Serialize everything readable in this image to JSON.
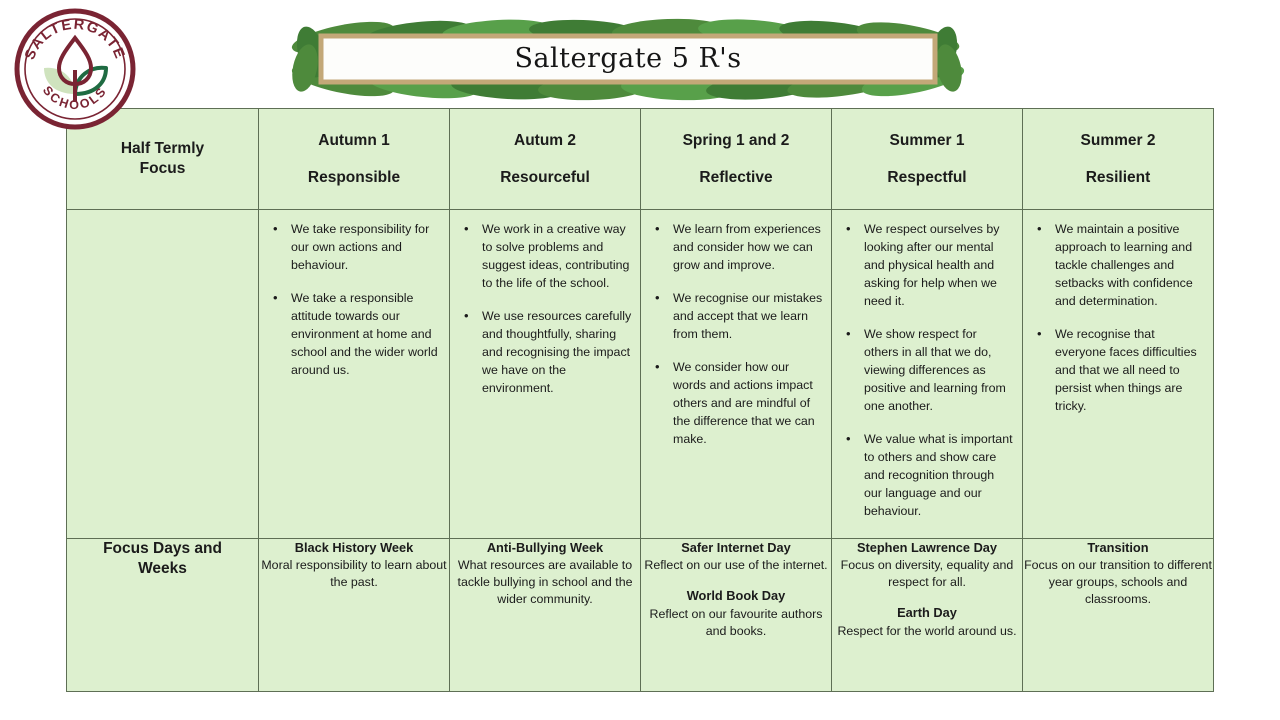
{
  "logo": {
    "top_text": "SALTERGATE",
    "bottom_text": "SCHOOLS",
    "colors": {
      "maroon": "#7a2433",
      "green_dark": "#1f6b42",
      "green_light": "#cfe3be"
    }
  },
  "banner": {
    "title": "Saltergate 5 R's",
    "frame_color": "#c3a878",
    "leaf_color": "#4e8a3c"
  },
  "theme": {
    "cell_bg": "#ddf0cf",
    "border": "#5e6f55",
    "text": "#1b1b1b"
  },
  "table": {
    "header": {
      "first_col": "Half Termly\nFocus",
      "first_col_line1": "Half Termly",
      "first_col_line2": "Focus",
      "columns": [
        {
          "term": "Autumn 1",
          "rword": "Responsible"
        },
        {
          "term": "Autum 2",
          "rword": "Resourceful"
        },
        {
          "term": "Spring 1 and 2",
          "rword": "Reflective"
        },
        {
          "term": "Summer 1",
          "rword": "Respectful"
        },
        {
          "term": "Summer 2",
          "rword": "Resilient"
        }
      ]
    },
    "body": {
      "first_col": "",
      "columns": [
        {
          "bullets": [
            "We take responsibility for our own actions and behaviour.",
            "We take a responsible attitude towards our environment at home and school and the wider world around us."
          ]
        },
        {
          "bullets": [
            "We work in a creative way to solve problems and suggest ideas, contributing to the life of the school.",
            "We use resources carefully and thoughtfully, sharing and recognising the impact we have on the environment."
          ]
        },
        {
          "bullets": [
            "We learn from experiences and consider how we can grow and improve.",
            "We recognise our mistakes and accept that we learn from them.",
            "We consider how our words and actions impact others and are mindful of the difference that we can make."
          ]
        },
        {
          "bullets": [
            "We respect ourselves by looking after our mental and physical health and asking for help when we need it.",
            "We show respect for others in all that we do, viewing differences as positive and learning from one another.",
            "We value what is important to others and show care and recognition through our language and our behaviour."
          ]
        },
        {
          "bullets": [
            "We maintain a positive approach to learning and tackle challenges and setbacks with confidence and determination.",
            "We recognise that everyone faces difficulties and that we all need to persist when things are tricky."
          ]
        }
      ]
    },
    "focus_row": {
      "first_col_line1": "Focus Days and",
      "first_col_line2": "Weeks",
      "columns": [
        {
          "events": [
            {
              "name": "Black History Week",
              "desc": "Moral responsibility to learn about the past."
            }
          ]
        },
        {
          "events": [
            {
              "name": "Anti-Bullying Week",
              "desc": "What resources are available to tackle bullying in school and the wider community."
            }
          ]
        },
        {
          "events": [
            {
              "name": "Safer Internet Day",
              "desc": "Reflect on our use of the internet."
            },
            {
              "name": "World Book Day",
              "desc": "Reflect on our favourite authors and books."
            }
          ]
        },
        {
          "events": [
            {
              "name": "Stephen Lawrence Day",
              "desc": "Focus on diversity, equality and respect for all."
            },
            {
              "name": "Earth Day",
              "desc": "Respect for the world around us."
            }
          ]
        },
        {
          "events": [
            {
              "name": "Transition",
              "desc": "Focus on our transition to different year groups, schools and classrooms."
            }
          ]
        }
      ]
    }
  }
}
